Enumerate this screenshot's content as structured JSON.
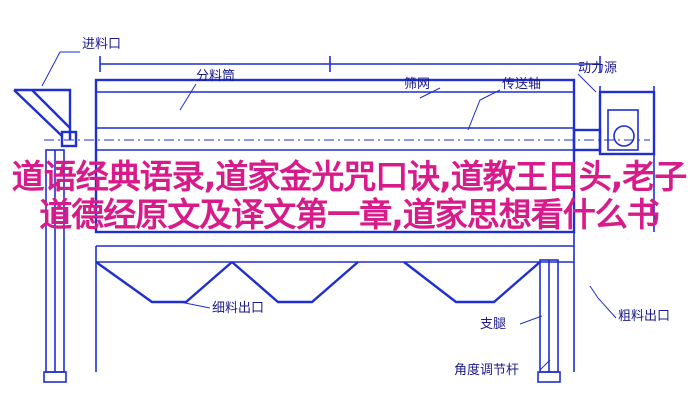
{
  "labels": {
    "feed_inlet": "进料口",
    "screen_drum": "分料筒",
    "screen_mesh": "筛网",
    "drive_shaft": "传送轴",
    "power_source": "动力源",
    "fine_outlet": "细料出口",
    "support_leg": "支腿",
    "angle_rod": "角度调节杆",
    "coarse_outlet": "粗料出口"
  },
  "overlay_text": "道语经典语录,道家金光咒口诀,道教王日头,老子道德经原文及译文第一章,道家思想看什么书",
  "colors": {
    "line": "#1f2fd0",
    "overlay": "#d81b8a"
  }
}
